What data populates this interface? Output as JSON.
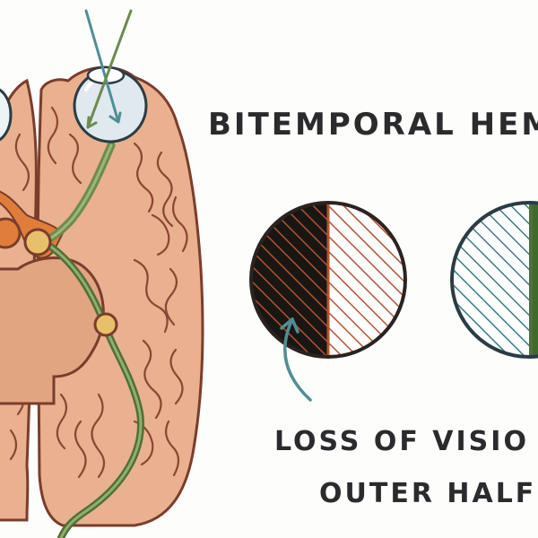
{
  "title": "BITEMPORAL HEMI",
  "caption": {
    "line1": "LOSS OF VISIO",
    "line2": "OUTER HALF"
  },
  "colors": {
    "brain": "#e9b18f",
    "brain_outline": "#7a3d2c",
    "core": "#e2a582",
    "optic_green": "#6e8b4e",
    "optic_teal": "#4f8f93",
    "chiasm_yellow": "#e8c06a",
    "left_field_rim": "#b5532e",
    "right_field_rim": "#3d7d82",
    "dark_fill": "#1a1614",
    "ink": "#2b2b2e"
  },
  "icons": {
    "pointer": "curved-arrow-icon",
    "eye": "eyeball-icon"
  }
}
